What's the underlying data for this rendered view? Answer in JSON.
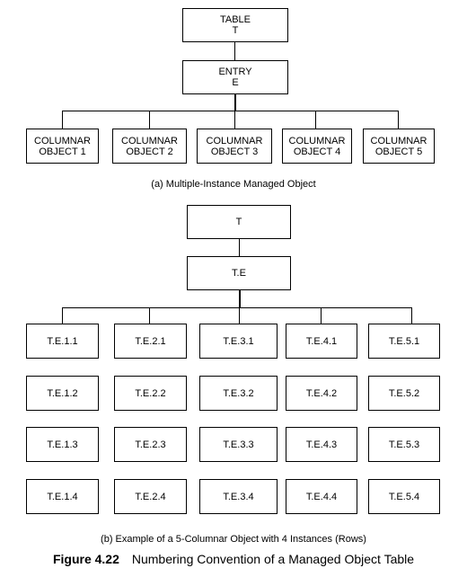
{
  "part_a": {
    "table": [
      "TABLE",
      "T"
    ],
    "entry": [
      "ENTRY",
      "E"
    ],
    "columns": [
      [
        "COLUMNAR",
        "OBJECT  1"
      ],
      [
        "COLUMNAR",
        "OBJECT 2"
      ],
      [
        "COLUMNAR",
        "OBJECT 3"
      ],
      [
        "COLUMNAR",
        "OBJECT 4"
      ],
      [
        "COLUMNAR",
        "OBJECT 5"
      ]
    ],
    "caption": "(a) Multiple-Instance Managed Object"
  },
  "part_b": {
    "root": "T",
    "entry": "T.E",
    "rows": [
      [
        "T.E.1.1",
        "T.E.2.1",
        "T.E.3.1",
        "T.E.4.1",
        "T.E.5.1"
      ],
      [
        "T.E.1.2",
        "T.E.2.2",
        "T.E.3.2",
        "T.E.4.2",
        "T.E.5.2"
      ],
      [
        "T.E.1.3",
        "T.E.2.3",
        "T.E.3.3",
        "T.E.4.3",
        "T.E.5.3"
      ],
      [
        "T.E.1.4",
        "T.E.2.4",
        "T.E.3.4",
        "T.E.4.4",
        "T.E.5.4"
      ]
    ],
    "caption": "(b) Example of a 5-Columnar Object with  4 Instances (Rows)"
  },
  "figure": {
    "number": "Figure 4.22",
    "title": "Numbering Convention of a Managed Object Table"
  }
}
